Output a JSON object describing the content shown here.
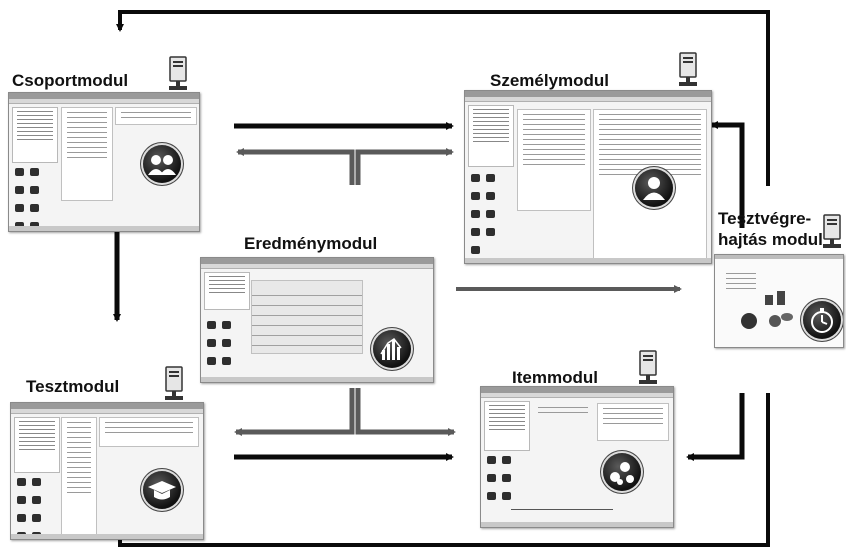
{
  "modules": {
    "csoport": "Csoportmodul",
    "szemely": "Személymodul",
    "eredmeny": "Eredménymodul",
    "teszt": "Tesztmodul",
    "item": "Itemmodul",
    "tesztvegre_line1": "Tesztvégre-",
    "tesztvegre_line2": "hajtás modul"
  },
  "colors": {
    "arrow_black": "#0a0a0a",
    "arrow_gray": "#5a5a5a",
    "screenshot_bg": "#f4f4f4",
    "badge_dark": "#111111"
  },
  "icons": {
    "csoport": "group-people-icon",
    "szemely": "person-icon",
    "eredmeny": "bar-chart-icon",
    "teszt": "graduation-cap-icon",
    "item": "molecules-icon",
    "tesztvegre": "stopwatch-icon",
    "server": "server-computer-icon"
  }
}
